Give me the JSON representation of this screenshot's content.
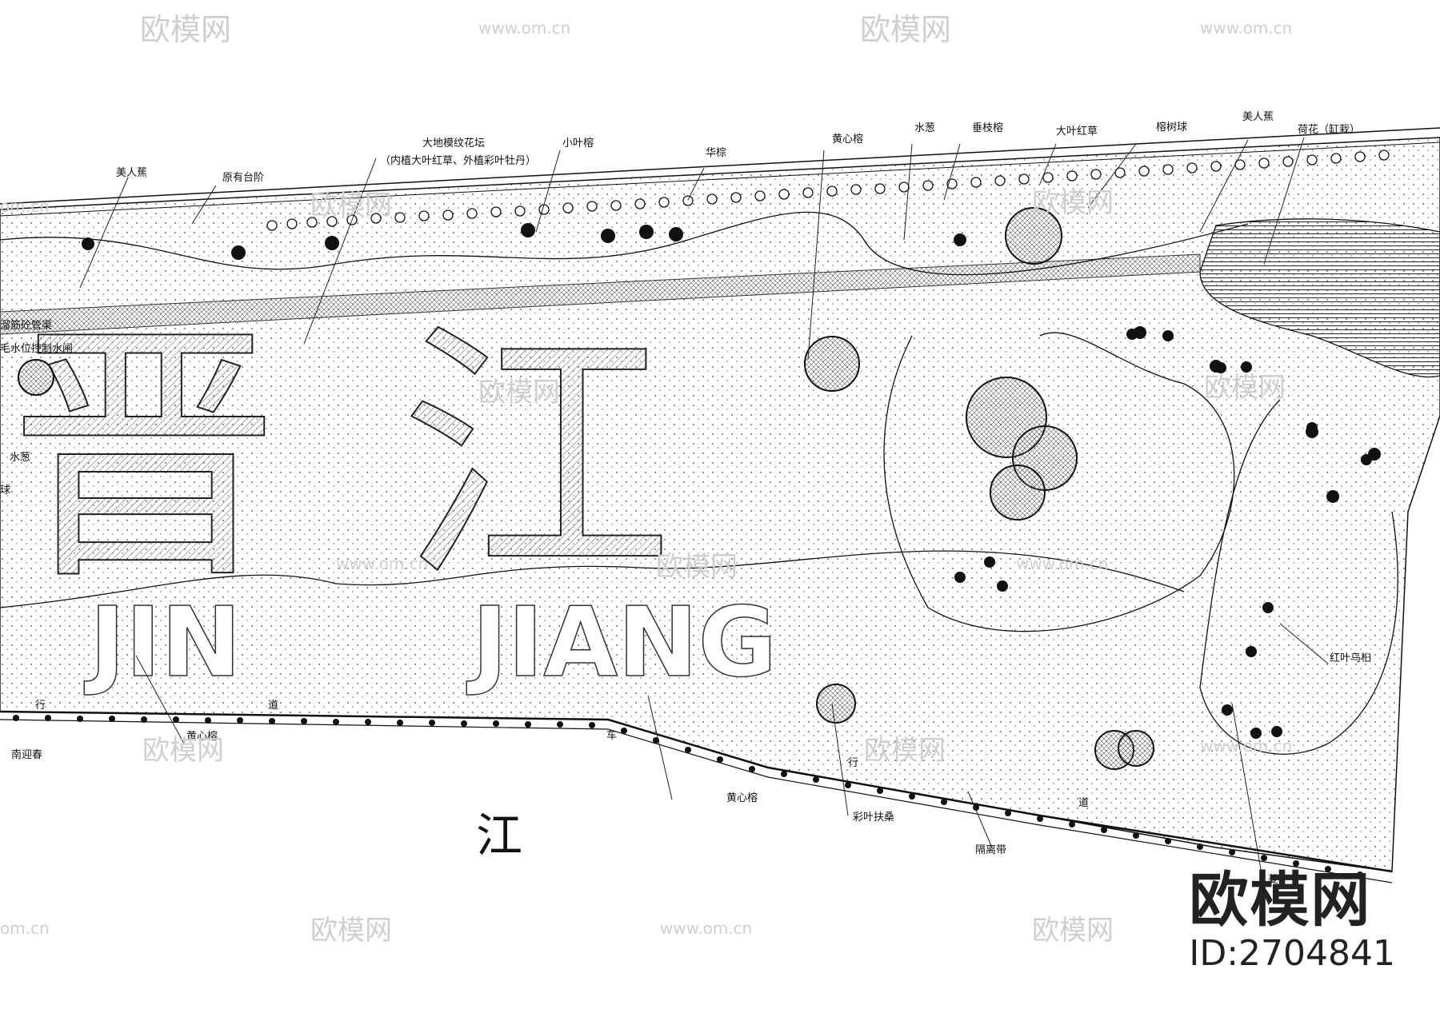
{
  "plan": {
    "title_chars": [
      "晋",
      "江"
    ],
    "latin_words": [
      "JIN",
      "JIANG"
    ],
    "river_label": "江",
    "road_chars": [
      "行",
      "道",
      "车",
      "行",
      "道"
    ],
    "side_labels": [
      "溜筋砼管渠",
      "毛水位控制水闸",
      "水葱",
      "球"
    ],
    "labels": [
      {
        "id": "meirenjiao-left",
        "text": "美人蕉"
      },
      {
        "id": "yuanyou-taijie",
        "text": "原有台阶"
      },
      {
        "id": "dadi-huatan",
        "text": "大地模纹花坛"
      },
      {
        "id": "dadi-huatan-note",
        "text": "（内植大叶红草、外植彩叶牡丹）"
      },
      {
        "id": "xiaoyerong",
        "text": "小叶榕"
      },
      {
        "id": "huazong",
        "text": "华棕"
      },
      {
        "id": "huangxinrong-top",
        "text": "黄心榕"
      },
      {
        "id": "shuicong",
        "text": "水葱"
      },
      {
        "id": "chuizhirong",
        "text": "垂枝榕"
      },
      {
        "id": "dayehongcao",
        "text": "大叶红草"
      },
      {
        "id": "rongshuqiu",
        "text": "榕树球"
      },
      {
        "id": "meirenjiao-right",
        "text": "美人蕉"
      },
      {
        "id": "hehua",
        "text": "荷花（缸栽）"
      },
      {
        "id": "hongyewubai",
        "text": "红叶乌桕"
      },
      {
        "id": "huangxinrong-left",
        "text": "黄心榕"
      },
      {
        "id": "nanyingchun",
        "text": "南迎春"
      },
      {
        "id": "huangxinrong-bottom",
        "text": "黄心榕"
      },
      {
        "id": "caiyefusang",
        "text": "彩叶扶桑"
      },
      {
        "id": "gelidai",
        "text": "隔离带"
      },
      {
        "id": "bottom-right-cut",
        "text": "菱"
      }
    ],
    "watermarks": {
      "brand": "欧模网",
      "url": "www.om.cn",
      "short": "om.cn"
    }
  },
  "brand": {
    "name": "欧模网",
    "id": "ID:2704841"
  },
  "colors": {
    "ink": "#111111",
    "watermark": "#cfcfcf",
    "brand": "#222222"
  }
}
